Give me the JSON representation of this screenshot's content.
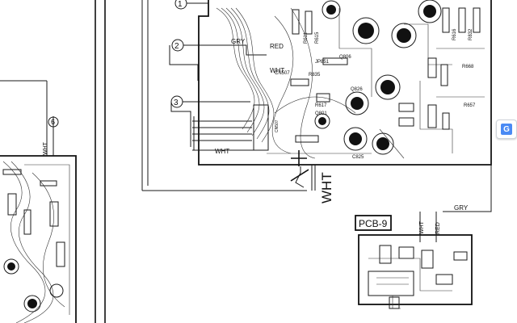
{
  "board_labels": {
    "pcb9": "PCB-9"
  },
  "markers": {
    "m1": "1",
    "m2": "2",
    "m3": "3",
    "m6": "6"
  },
  "wire_labels": {
    "gry_top": "GRY",
    "red_top": "RED",
    "wht_top": "WHT",
    "wht_mid": "WHT",
    "wht_big": "WHT",
    "wht_left": "WHT",
    "wht_pcb9": "WHT",
    "red_pcb9": "RED",
    "gry_pcb9": "GRY"
  },
  "refs": {
    "jp851": "JP851",
    "r668": "R668",
    "r657": "R657",
    "q806": "Q806",
    "q826": "Q826",
    "c825": "C825",
    "r617": "R617",
    "q801": "Q801",
    "cn507": "CN507",
    "r835": "R835",
    "r611": "R611",
    "r615": "R615",
    "r616": "R616",
    "r832": "R832"
  },
  "translate_icon": "google-translate-icon"
}
